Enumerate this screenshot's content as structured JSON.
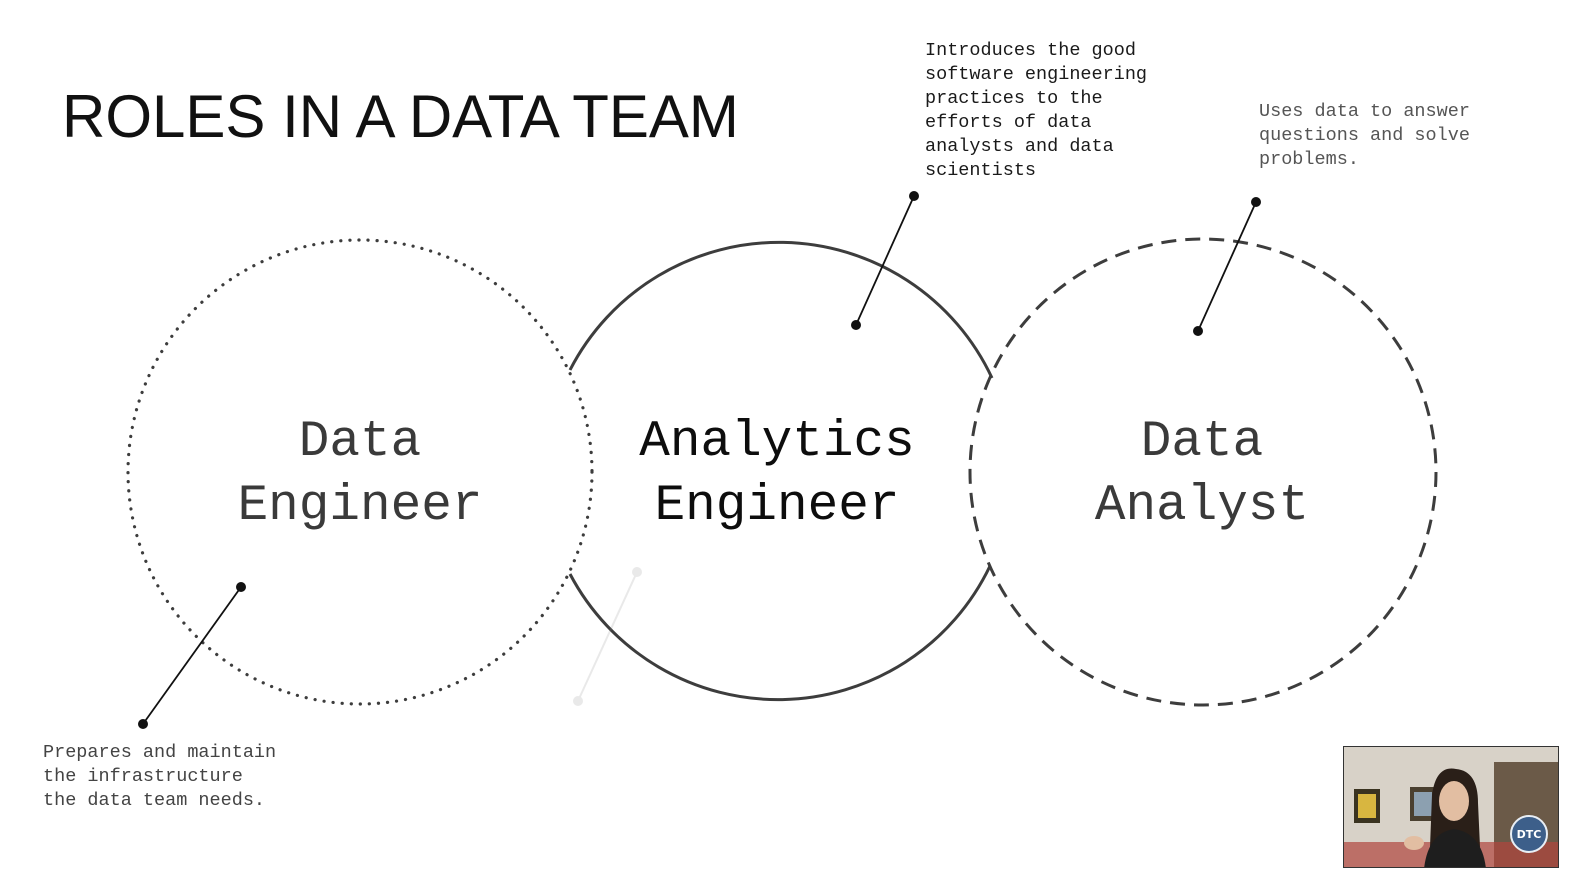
{
  "slide": {
    "title": "ROLES IN A DATA TEAM"
  },
  "roles": [
    {
      "label": "Data\nEngineer",
      "border_style": "dotted",
      "description": "Prepares and maintain\nthe infrastructure\nthe data team needs."
    },
    {
      "label": "Analytics\nEngineer",
      "border_style": "solid",
      "description": "Introduces the good\nsoftware engineering\npractices to the\nefforts of data\nanalysts and data\nscientists"
    },
    {
      "label": "Data\nAnalyst",
      "border_style": "dashed",
      "description": "Uses data to answer\nquestions and solve\nproblems."
    }
  ],
  "video_overlay": {
    "badge": "DTC"
  },
  "colors": {
    "text_primary": "#111111",
    "role_data_engineer": "#3a3a3a",
    "role_analytics_engineer": "#0d0d0d",
    "role_data_analyst": "#3a3a3a",
    "circle_stroke": "#3d3d3d",
    "badge": "#3d5f8a"
  }
}
